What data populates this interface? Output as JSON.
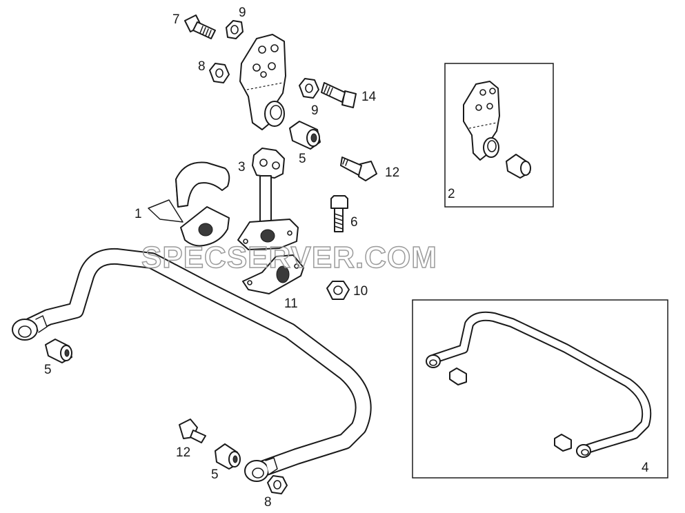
{
  "watermark": "SPECSERVER.COM",
  "callouts": {
    "c1": "1",
    "c2": "2",
    "c3": "3",
    "c4": "4",
    "c5_top": "5",
    "c5_left": "5",
    "c5_bottom": "5",
    "c6": "6",
    "c7": "7",
    "c8_top": "8",
    "c8_bottom": "8",
    "c9_top": "9",
    "c9_mid": "9",
    "c10": "10",
    "c11": "11",
    "c12_right": "12",
    "c12_bottom": "12",
    "c14": "14"
  },
  "icons": {
    "bolt": "bolt-icon",
    "nut": "nut-icon",
    "bushing": "bushing-icon",
    "bracket": "bracket-icon",
    "stabilizer_bar": "stabilizer-bar-icon"
  },
  "colors": {
    "line": "#1a1a1a",
    "background": "#ffffff",
    "watermark": "#9a9a9a"
  }
}
